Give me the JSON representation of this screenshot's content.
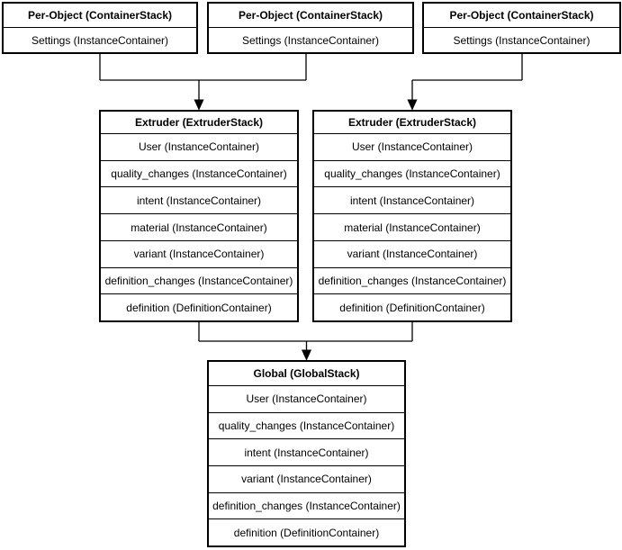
{
  "diagram": {
    "background_color": "#ffffff",
    "line_color": "#000000",
    "text_color": "#000000",
    "box_fill_color": "#ffffff",
    "per_object_stacks": [
      {
        "title": "Per-Object (ContainerStack)",
        "rows": [
          "Settings (InstanceContainer)"
        ]
      },
      {
        "title": "Per-Object (ContainerStack)",
        "rows": [
          "Settings (InstanceContainer)"
        ]
      },
      {
        "title": "Per-Object (ContainerStack)",
        "rows": [
          "Settings (InstanceContainer)"
        ]
      }
    ],
    "extruder_stacks": [
      {
        "title": "Extruder (ExtruderStack)",
        "rows": [
          "User (InstanceContainer)",
          "quality_changes (InstanceContainer)",
          "intent (InstanceContainer)",
          "material (InstanceContainer)",
          "variant (InstanceContainer)",
          "definition_changes (InstanceContainer)",
          "definition (DefinitionContainer)"
        ]
      },
      {
        "title": "Extruder (ExtruderStack)",
        "rows": [
          "User (InstanceContainer)",
          "quality_changes (InstanceContainer)",
          "intent (InstanceContainer)",
          "material (InstanceContainer)",
          "variant (InstanceContainer)",
          "definition_changes (InstanceContainer)",
          "definition (DefinitionContainer)"
        ]
      }
    ],
    "global_stack": {
      "title": "Global (GlobalStack)",
      "rows": [
        "User (InstanceContainer)",
        "quality_changes (InstanceContainer)",
        "intent (InstanceContainer)",
        "variant (InstanceContainer)",
        "definition_changes (InstanceContainer)",
        "definition (DefinitionContainer)"
      ]
    }
  }
}
